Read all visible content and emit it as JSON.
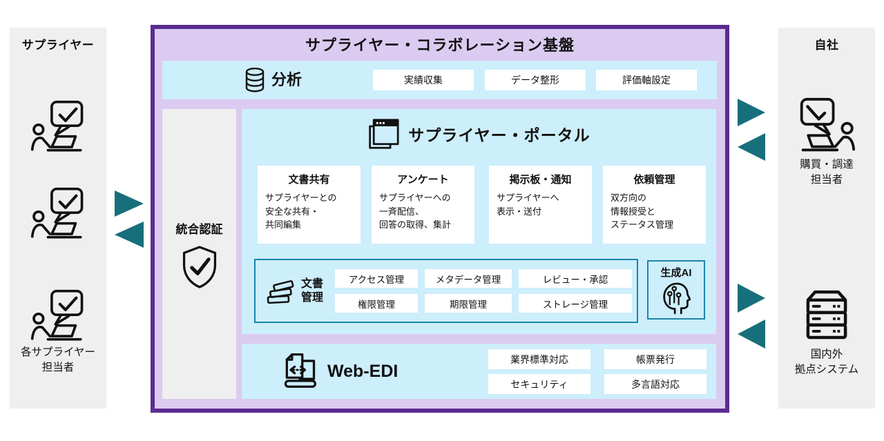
{
  "colors": {
    "purple_border": "#5b2c8f",
    "lavender_bg": "#dbcbf0",
    "light_blue_bg": "#cdeefb",
    "panel_gray_bg": "#efefef",
    "arrow_teal": "#186f7c",
    "teal_box_border": "#1c85a8"
  },
  "left_panel": {
    "title": "サプライヤー",
    "actor_label": "各サプライヤー\n担当者"
  },
  "right_panel": {
    "title": "自社",
    "actor1_label": "購買・調達\n担当者",
    "actor2_label": "国内外\n拠点システム"
  },
  "platform": {
    "title": "サプライヤー・コラボレーション基盤",
    "analytics": {
      "title": "分析",
      "items": [
        "実績収集",
        "データ整形",
        "評価軸設定"
      ]
    },
    "auth": {
      "title": "統合認証"
    },
    "portal": {
      "title": "サプライヤー・ポータル",
      "features": [
        {
          "title": "文書共有",
          "desc": "サプライヤーとの\n安全な共有・\n共同編集"
        },
        {
          "title": "アンケート",
          "desc": "サプライヤーへの\n一斉配信、\n回答の取得、集計"
        },
        {
          "title": "掲示板・通知",
          "desc": "サプライヤーへ\n表示・送付"
        },
        {
          "title": "依頼管理",
          "desc": "双方向の\n情報授受と\nステータス管理"
        }
      ],
      "doc_mgmt": {
        "title": "文書\n管理",
        "items": [
          "アクセス管理",
          "メタデータ管理",
          "レビュー・承認",
          "権限管理",
          "期限管理",
          "ストレージ管理"
        ]
      },
      "gen_ai": {
        "title": "生成AI"
      }
    },
    "webedi": {
      "title": "Web-EDI",
      "items": [
        "業界標準対応",
        "帳票発行",
        "セキュリティ",
        "多言語対応"
      ]
    }
  }
}
